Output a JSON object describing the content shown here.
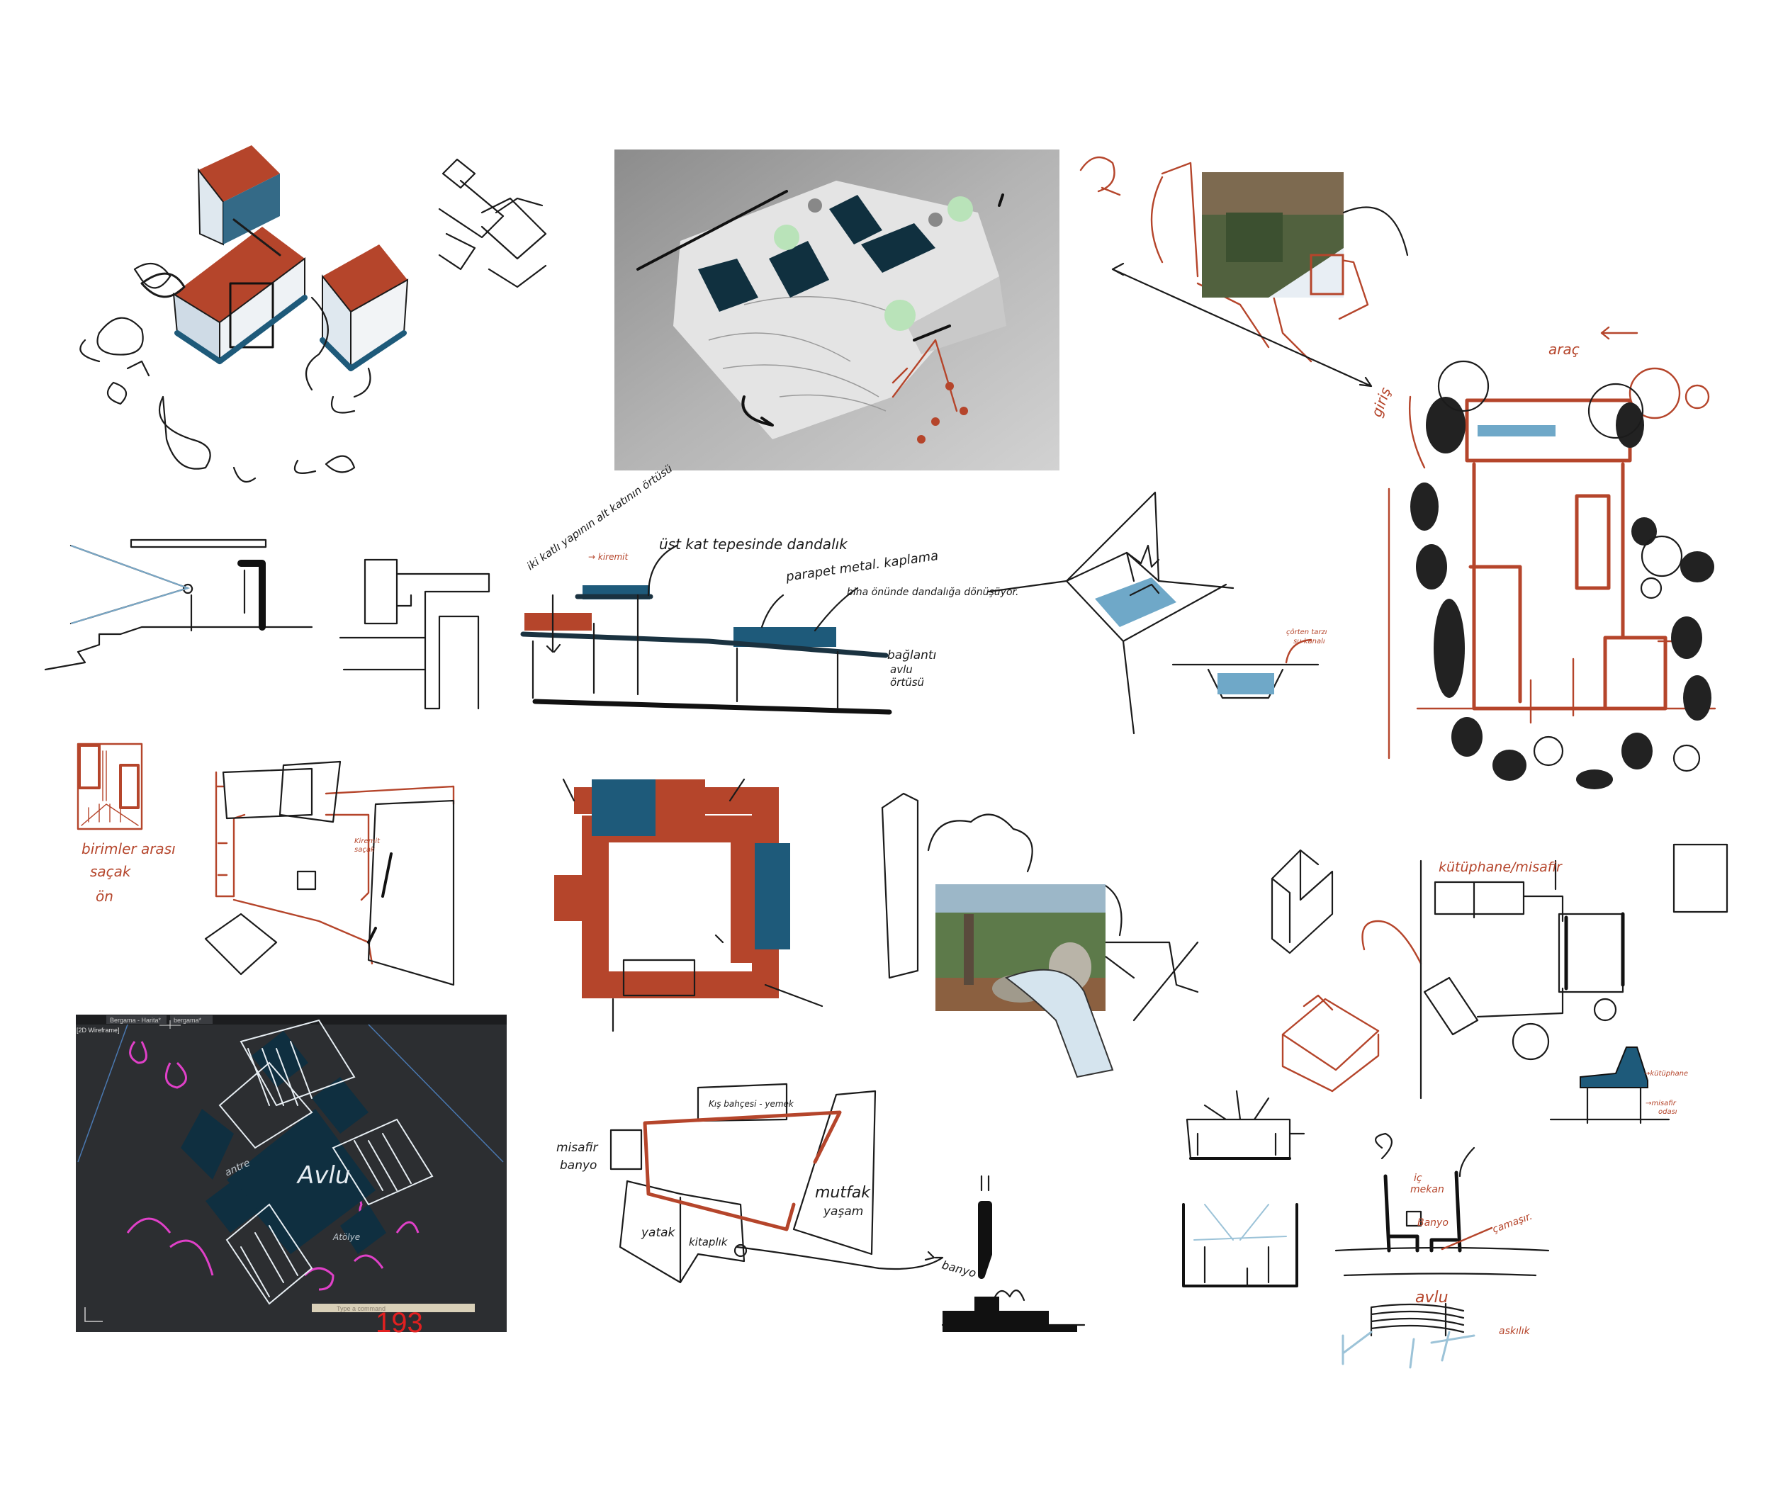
{
  "colors": {
    "terracotta": "#b5452b",
    "roof_blue": "#1e5a7a",
    "navy": "#0f2f40",
    "water_blue": "#6fa8c8",
    "ink": "#1b1b1b"
  },
  "section_notes": {
    "lower_roof": "iki katlı yapının alt katının örtüsü",
    "tile": "→ kiremit",
    "upper_terrace": "üst kat tepesinde dandalık",
    "parapet": "parapet metal. kaplama",
    "front": "bina önünde dandalığa dönüşüyor.",
    "link_line1": "bağlantı",
    "link_line2": "avlu",
    "link_line3": "örtüsü"
  },
  "site_plan": {
    "vehicle": "araç",
    "entrance": "giriş"
  },
  "pool_section": {
    "note_line1": "çörten tarzı",
    "note_line2": "su kanalı"
  },
  "eaves_plan": {
    "caption_line1": "birimler arası",
    "caption_line2": "saçak",
    "caption_line3": "ön",
    "tile_eave_line1": "Kiremit",
    "tile_eave_line2": "saçak"
  },
  "room_plan": {
    "winter_garden": "Kış bahçesi - yemek",
    "guest_line1": "misafir",
    "guest_line2": "banyo",
    "bedroom": "yatak",
    "library": "kitaplık",
    "kitchen_line1": "mutfak",
    "kitchen_line2": "yaşam"
  },
  "bath_section": {
    "label": "banyo"
  },
  "library_plan": {
    "title": "kütüphane/misafir",
    "roof_library": "→kütüphane",
    "guest_room_line1": "→misafir",
    "guest_room_line2": "odası"
  },
  "courtyard_section": {
    "inner_line1": "iç",
    "inner_line2": "mekan",
    "bath": "Banyo",
    "laundry": "çamaşır.",
    "courtyard": "avlu",
    "hanger": "askılık"
  },
  "cad_screen": {
    "tabs": [
      "Bergama - Harita*",
      "bergama*"
    ],
    "viewport": "[2D Wireframe]",
    "command_placeholder": "Type a command",
    "courtyard": "Avlu",
    "entry": "antre",
    "atelier": "Atölye",
    "overlay_number": "193"
  }
}
